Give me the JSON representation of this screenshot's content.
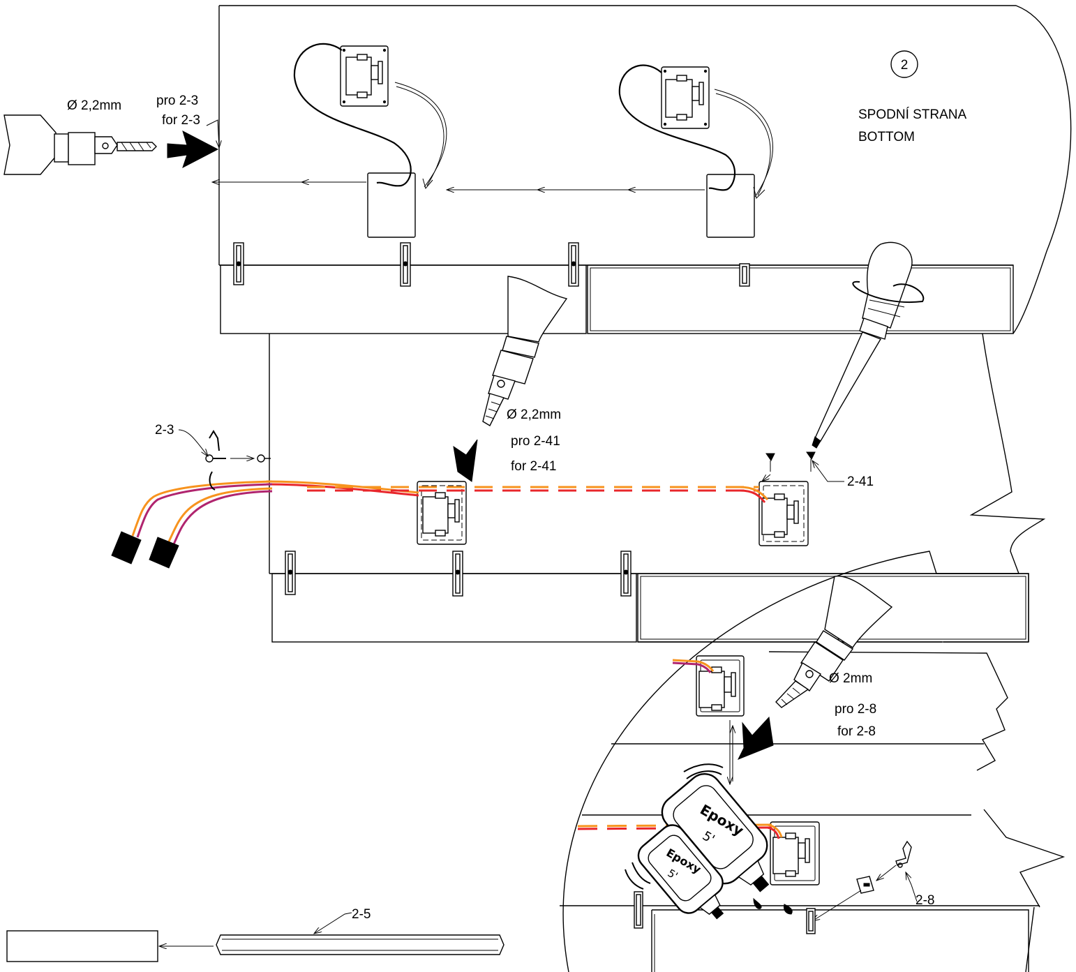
{
  "step_number": "2",
  "side_title": {
    "czech": "SPODNÍ STRANA",
    "english": "BOTTOM"
  },
  "drill_top": {
    "diameter": "Ø 2,2mm",
    "purpose_cz": "pro 2-3",
    "purpose_en": "for 2-3"
  },
  "drill_middle": {
    "diameter": "Ø 2,2mm",
    "purpose_cz": "pro 2-41",
    "purpose_en": "for 2-41"
  },
  "drill_bottom": {
    "diameter": "Ø 2mm",
    "purpose_cz": "pro 2-8",
    "purpose_en": "for 2-8"
  },
  "callouts": {
    "part_2_3": "2-3",
    "part_2_41": "2-41",
    "part_2_5": "2-5",
    "part_2_8": "2-8"
  },
  "epoxy": {
    "label_large": "Epoxy",
    "label_small": "Epoxy",
    "cure_large": "5'",
    "cure_small": "5'"
  },
  "colors": {
    "line": "#000000",
    "wire_red": "#e8262b",
    "wire_orange": "#f7931e",
    "wire_magenta": "#b0246e"
  }
}
